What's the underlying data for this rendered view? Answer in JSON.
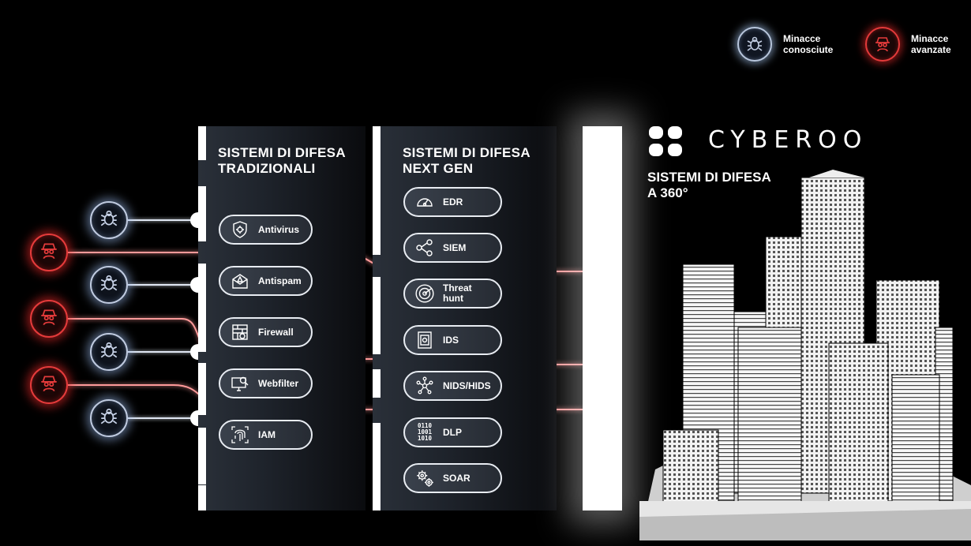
{
  "legend": {
    "known_label": "Minacce\nconosciute",
    "advanced_label": "Minacce\navanzate"
  },
  "traditional": {
    "title": "SISTEMI DI DIFESA\nTRADIZIONALI",
    "items": [
      {
        "label": "Antivirus",
        "icon": "shield-virus-icon"
      },
      {
        "label": "Antispam",
        "icon": "mail-warning-icon"
      },
      {
        "label": "Firewall",
        "icon": "firewall-icon"
      },
      {
        "label": "Webfilter",
        "icon": "monitor-search-icon"
      },
      {
        "label": "IAM",
        "icon": "fingerprint-icon"
      }
    ]
  },
  "nextgen": {
    "title": "SISTEMI DI DIFESA\nNEXT GEN",
    "items": [
      {
        "label": "EDR",
        "icon": "gauge-icon"
      },
      {
        "label": "SIEM",
        "icon": "share-nodes-icon"
      },
      {
        "label": "Threat\nhunt",
        "icon": "radar-icon"
      },
      {
        "label": "IDS",
        "icon": "safe-icon"
      },
      {
        "label": "NIDS/HIDS",
        "icon": "network-nodes-icon"
      },
      {
        "label": "DLP",
        "icon": "binary-icon",
        "icon_text": "0110\n1001\n1010"
      },
      {
        "label": "SOAR",
        "icon": "gears-icon"
      }
    ]
  },
  "brand": {
    "name": "CYBEROO",
    "subtitle": "SISTEMI DI DIFESA\nA 360°"
  },
  "colors": {
    "known": "#c0cbe0",
    "advanced": "#e53b3b",
    "panel": "#22272f"
  }
}
